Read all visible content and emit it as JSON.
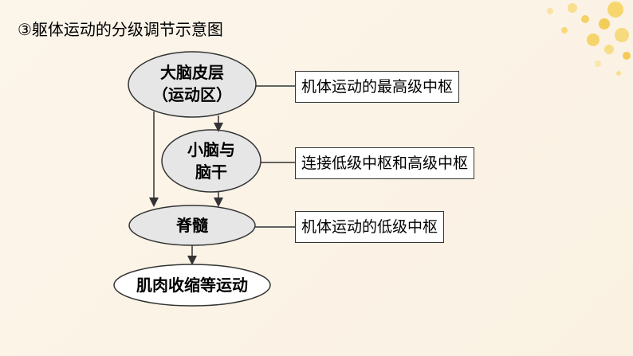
{
  "title": "③躯体运动的分级调节示意图",
  "nodes": {
    "cortex": {
      "line1": "大脑皮层",
      "line2": "（运动区）"
    },
    "cerebellum_brainstem": {
      "line1": "小脑与",
      "line2": "脑干"
    },
    "spinal_cord": {
      "label": "脊髓"
    },
    "effect": {
      "label": "肌肉收缩等运动"
    }
  },
  "annotations": {
    "cortex": "机体运动的最高级中枢",
    "cerebellum_brainstem": "连接低级中枢和高级中枢",
    "spinal_cord": "机体运动的低级中枢"
  },
  "colors": {
    "background": "#FBF3E6",
    "ellipse_fill": "#E6E6E6",
    "stroke": "#333333",
    "flower_accent": "#F5C842"
  }
}
